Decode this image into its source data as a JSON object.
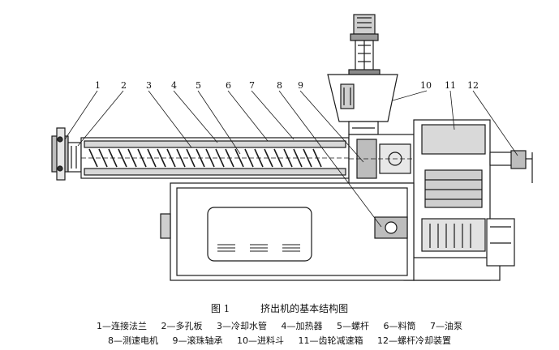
{
  "figure": {
    "label": "图 1",
    "title": "挤出机的基本结构图"
  },
  "callouts": [
    "1",
    "2",
    "3",
    "4",
    "5",
    "6",
    "7",
    "8",
    "9",
    "10",
    "11",
    "12"
  ],
  "legend": {
    "line1": [
      "1—连接法兰",
      "2—多孔板",
      "3—冷却水管",
      "4—加热器",
      "5—螺杆",
      "6—料筒",
      "7—油泵"
    ],
    "line2": [
      "8—测速电机",
      "9—滚珠轴承",
      "10—进料斗",
      "11—齿轮减速箱",
      "12—螺杆冷却装置"
    ]
  }
}
